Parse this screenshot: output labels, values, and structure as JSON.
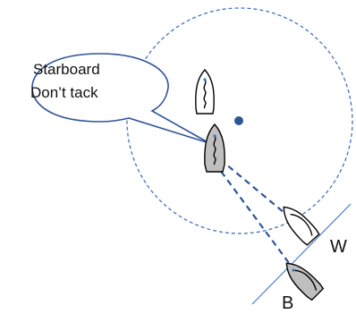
{
  "bubble": {
    "line1": "Starboard",
    "line2": "Don’t tack"
  },
  "labels": {
    "windward_boat": "W",
    "boat_b": "B"
  },
  "colors": {
    "line_blue": "#2f5597",
    "circle_blue": "#4472c4",
    "mark_fill": "#2f5597",
    "boat_gray": "#bfbfbf",
    "boat_white": "#ffffff",
    "outline": "#000000",
    "bubble_stroke": "#2f5597"
  },
  "icons": {
    "mark": "mark-buoy-icon",
    "boat": "sailboat-icon"
  }
}
